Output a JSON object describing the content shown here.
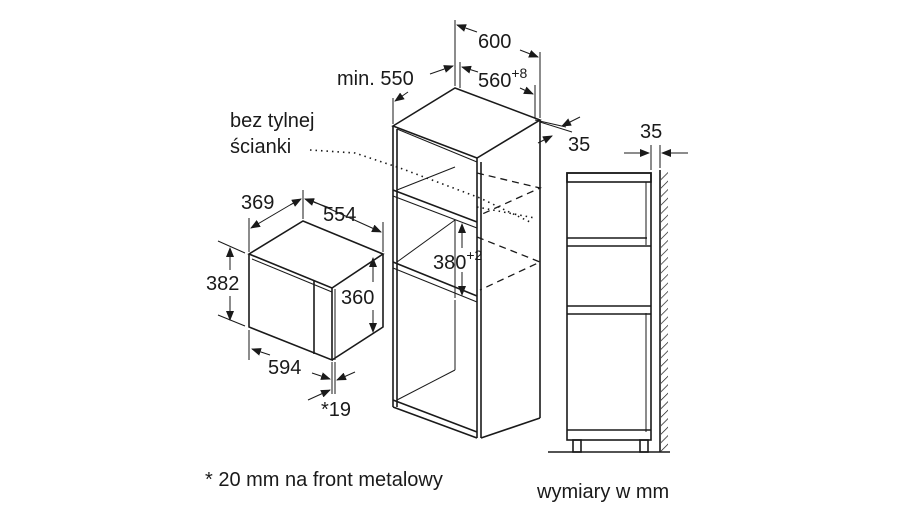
{
  "dimensions": {
    "cabinet_width": "600",
    "min_depth": "min. 550",
    "niche_width": "560",
    "niche_width_tol": "+8",
    "side_gap": "35",
    "wall_gap": "35",
    "appliance_depth": "369",
    "appliance_width_top": "554",
    "appliance_height": "382",
    "body_height": "360",
    "niche_height": "380",
    "niche_height_tol": "+2",
    "front_width": "594",
    "front_depth": "*19"
  },
  "labels": {
    "no_back_wall_line1": "bez tylnej",
    "no_back_wall_line2": "ścianki",
    "footnote": "* 20 mm na front metalowy",
    "units": "wymiary w mm"
  }
}
